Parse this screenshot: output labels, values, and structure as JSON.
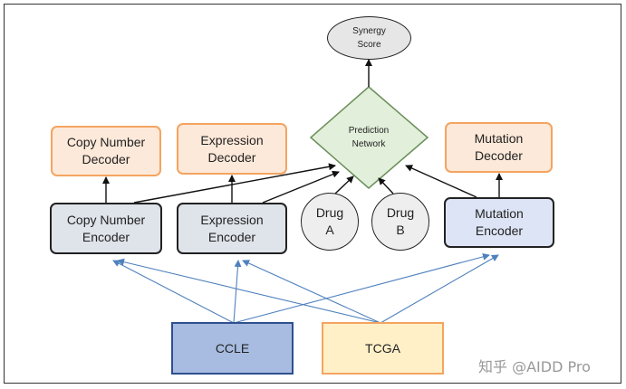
{
  "nodes": {
    "synergy_score": "Synergy\nScore",
    "prediction_network": "Prediction\nNetwork",
    "copy_number_decoder": "Copy Number\nDecoder",
    "expression_decoder": "Expression\nDecoder",
    "mutation_decoder": "Mutation\nDecoder",
    "copy_number_encoder": "Copy Number\nEncoder",
    "expression_encoder": "Expression\nEncoder",
    "mutation_encoder": "Mutation\nEncoder",
    "drug_a": "Drug\nA",
    "drug_b": "Drug\nB",
    "ccle": "CCLE",
    "tcga": "TCGA"
  },
  "watermark": "知乎 @AIDD Pro",
  "colors": {
    "decoder_fill": "#fde9d9",
    "decoder_border": "#f4a460",
    "encoder_fill": "#dfe3ea",
    "mutation_encoder_fill": "#dde4f5",
    "diamond_fill": "#e2efda",
    "diamond_border": "#6a8f5a",
    "ccle_fill": "#a7bce0",
    "ccle_border": "#2f4f8f",
    "tcga_fill": "#fff0c8",
    "blue_arrow": "#4f81bd"
  }
}
